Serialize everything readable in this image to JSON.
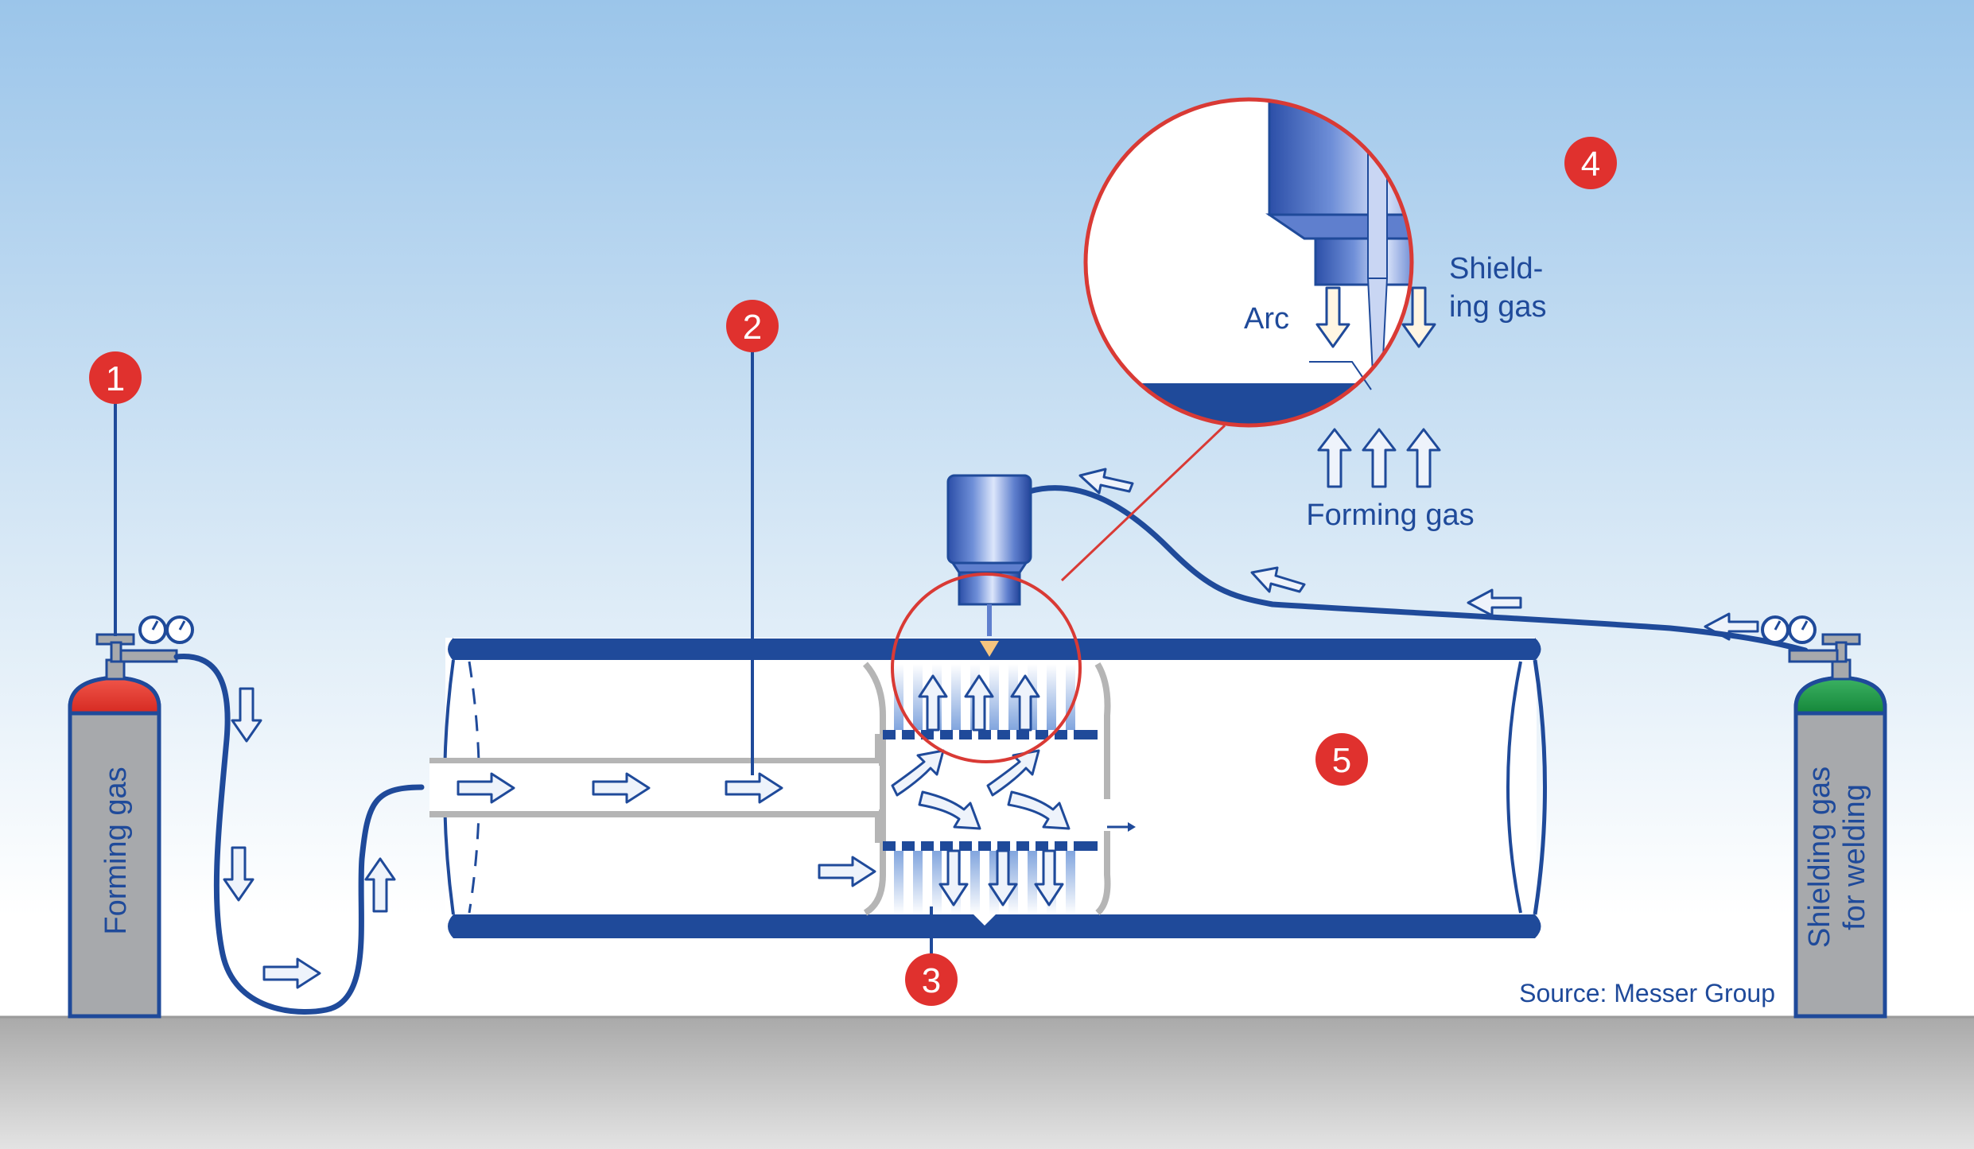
{
  "labels": {
    "forming_gas_cylinder": "Forming gas",
    "shielding_cylinder_line1": "Shielding gas",
    "shielding_cylinder_line2": "for welding",
    "arc": "Arc",
    "shielding_line1": "Shield-",
    "shielding_line2": "ing gas",
    "forming_gas_detail": "Forming gas",
    "source": "Source: Messer Group"
  },
  "markers": [
    "1",
    "2",
    "3",
    "4",
    "5"
  ],
  "colors": {
    "sky_top": "#9dc6ea",
    "sky_bottom": "#ffffff",
    "pipe_blue": "#1f4a9a",
    "marker_red": "#e0312e",
    "callout_red": "#d93a35",
    "cylinder_grey": "#a7a9ac",
    "forming_cap": "#e43a2f",
    "shielding_cap": "#1f9a45",
    "floor_grey": "#bcbcbc",
    "flame": "#f6c57f"
  }
}
